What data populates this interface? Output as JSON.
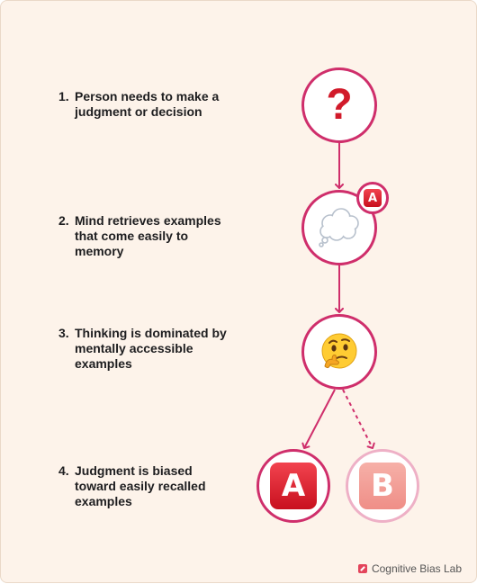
{
  "steps": [
    {
      "num": "1.",
      "text": "Person needs to make a judgment or decision"
    },
    {
      "num": "2.",
      "text": "Mind retrieves examples that come easily to memory"
    },
    {
      "num": "3.",
      "text": "Thinking is dominated by mentally accessible examples"
    },
    {
      "num": "4.",
      "text": "Judgment is biased toward easily recalled examples"
    }
  ],
  "nodes": {
    "question": {
      "symbol": "?",
      "icon": "question-mark-icon"
    },
    "thought": {
      "icon": "thought-balloon-icon",
      "badge_letter": "A"
    },
    "thinking": {
      "icon": "thinking-face-icon"
    },
    "option_a": {
      "letter": "A",
      "icon": "letter-a-tile-icon"
    },
    "option_b": {
      "letter": "B",
      "icon": "letter-b-tile-icon"
    }
  },
  "colors": {
    "background": "#fdf3ea",
    "accent": "#cf2e6b",
    "accent_faded": "#eeb0c6",
    "tile_red": "#d7192a",
    "tile_pink": "#f29a93"
  },
  "footer": {
    "brand": "Cognitive Bias Lab"
  }
}
